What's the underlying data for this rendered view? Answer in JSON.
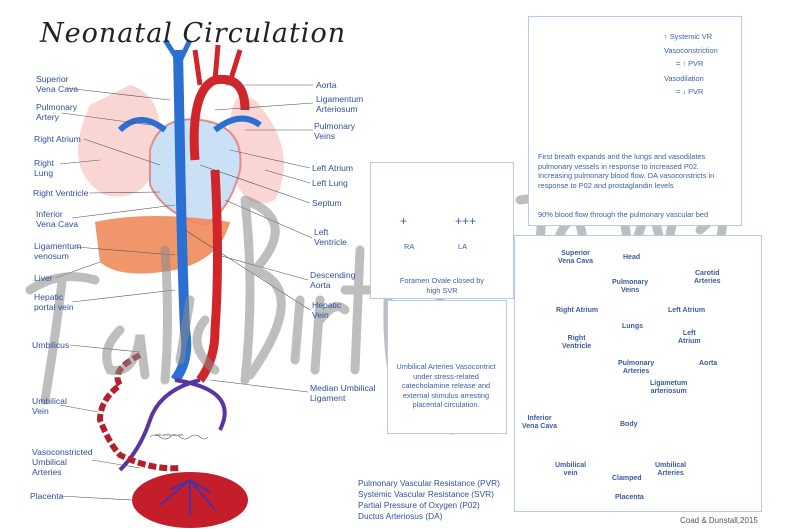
{
  "title": "Neonatal Circulation",
  "watermark": "Talk Birthy to Me",
  "credit": "Coad & Dunstall,2015",
  "signature": "talk birthy to me",
  "anatomy_labels_left": [
    "Superior\nVena Cava",
    "Pulmonary\nArtery",
    "Right Atrium",
    "Right\nLung",
    "Right Ventricle",
    "Inferior\nVena Cava",
    "Ligamentum\nvenosum",
    "Liver",
    "Hepatic\nportal vein",
    "Umbilicus",
    "Umbilical\nVein",
    "Vasoconstricted\nUmbilical\nArteries",
    "Placenta"
  ],
  "anatomy_labels_right": [
    "Aorta",
    "Ligamentum\nArteriosum",
    "Pulmonary\nVeins",
    "Left Atrium",
    "Left Lung",
    "Septum",
    "Left\nVentricle",
    "Descending\nAorta",
    "Hepatic\nVein",
    "Median Umbilical\nLigament"
  ],
  "top_right_panel": {
    "legend": [
      "Systemic VR",
      "Vasoconstriction",
      "= ↑ PVR",
      "Vasodilation",
      "= ↓ PVR"
    ],
    "text": "First breath expands and the lungs and vasodilates pulmonary vessels in response to increased P02. Increasing pulmonary blood flow. DA vasoconstricts in response to P02 and prostaglandin levels",
    "text2": "90% blood flow through the pulmonary vascular bed"
  },
  "foramen_panel": {
    "plus_left": "+",
    "plus_right": "+++",
    "ra": "RA",
    "la": "LA",
    "text": "Foramen Ovale closed by high SVR"
  },
  "umbilical_panel": {
    "text": "Umbilical Arteries Vasocontrict under stress-related catecholamine release and external stimulus arresting placental circulation."
  },
  "abbreviations": [
    "Pulmonary Vascular Resistance (PVR)",
    "Systemic Vascular Resistance (SVR)",
    "Partial Pressure of Oxygen (P02)",
    "Ductus Arteriosus (DA)"
  ],
  "flowchart": {
    "head": "Head",
    "svc": "Superior\nVena Cava",
    "carotid": "Carotid\nArteries",
    "pulm_veins": "Pulmonary\nVeins",
    "right_atrium": "Right Atrium",
    "left_atrium": "Left Atrium",
    "lungs": "Lungs",
    "left_atrium2": "Left\nAtrium",
    "right_ventricle": "Right\nVentricle",
    "pulm_arteries": "Pulmonary\nArteries",
    "aorta": "Aorta",
    "lig_art": "Ligametum\narteriosum",
    "ivc": "Inferior\nVena Cava",
    "body": "Body",
    "umb_vein": "Umbilical\nvein",
    "umb_arteries": "Umbilical\nArteries",
    "clamped": "Clamped",
    "placenta": "Placenta"
  }
}
